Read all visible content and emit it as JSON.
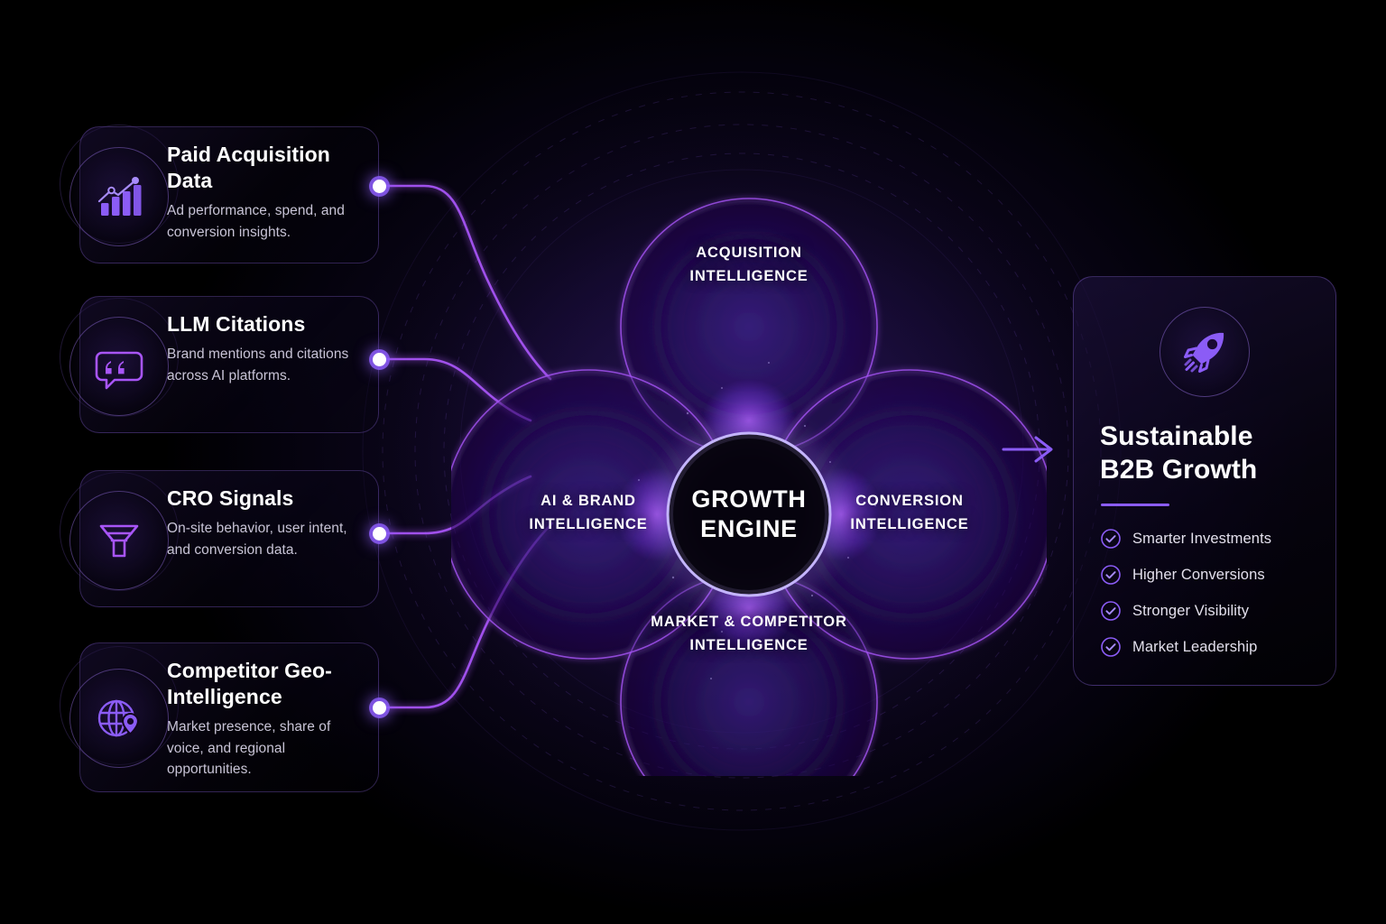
{
  "theme": {
    "background": "#050210",
    "accent": "#8b5cf6",
    "accent_bright": "#a78bfa",
    "core_glow": "#c4b5fd",
    "text_primary": "#ffffff",
    "text_secondary": "#c8c4d6"
  },
  "inputs": {
    "cards": [
      {
        "icon": "bar-chart-growth-icon",
        "title": "Paid Acquisition Data",
        "description": "Ad performance, spend, and conversion insights."
      },
      {
        "icon": "chat-quote-icon",
        "title": "LLM Citations",
        "description": "Brand mentions and citations across AI platforms."
      },
      {
        "icon": "funnel-icon",
        "title": "CRO Signals",
        "description": "On-site behavior, user intent, and conversion data."
      },
      {
        "icon": "globe-pin-icon",
        "title": "Competitor Geo-Intelligence",
        "description": "Market presence, share of voice, and regional opportunities."
      }
    ]
  },
  "engine": {
    "core_line1": "GROWTH",
    "core_line2": "ENGINE",
    "lobes": [
      {
        "position": "top",
        "line1": "ACQUISITION",
        "line2": "INTELLIGENCE"
      },
      {
        "position": "left",
        "line1": "AI & BRAND",
        "line2": "INTELLIGENCE"
      },
      {
        "position": "right",
        "line1": "CONVERSION",
        "line2": "INTELLIGENCE"
      },
      {
        "position": "bottom",
        "line1": "MARKET & COMPETITOR",
        "line2": "INTELLIGENCE"
      }
    ]
  },
  "flow": {
    "arrow_icon": "arrow-right-icon"
  },
  "outcome": {
    "icon": "rocket-icon",
    "title_line1": "Sustainable",
    "title_line2": "B2B Growth",
    "benefits": [
      {
        "icon": "check-circle-icon",
        "label": "Smarter Investments"
      },
      {
        "icon": "check-circle-icon",
        "label": "Higher Conversions"
      },
      {
        "icon": "check-circle-icon",
        "label": "Stronger Visibility"
      },
      {
        "icon": "check-circle-icon",
        "label": "Market Leadership"
      }
    ]
  }
}
